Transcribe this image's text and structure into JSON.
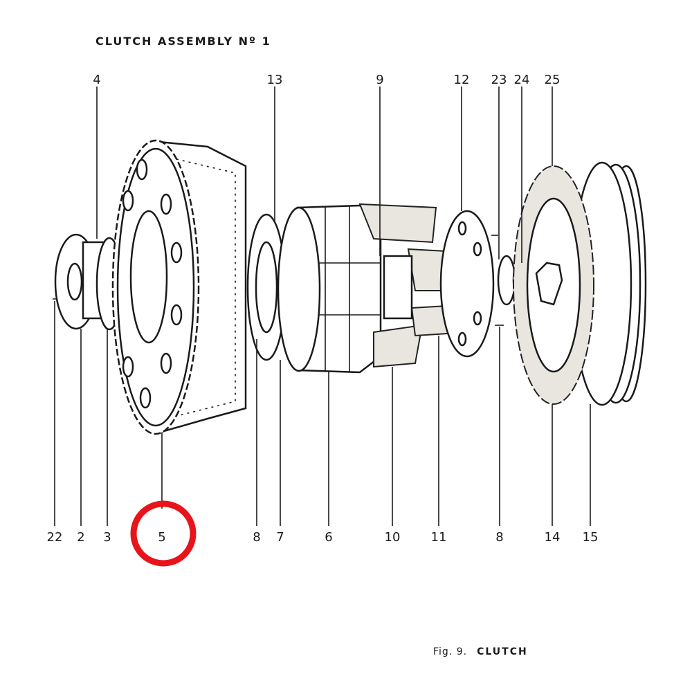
{
  "title": "CLUTCH ASSEMBLY Nº 1",
  "caption": {
    "fig": "Fig. 9.",
    "name": "CLUTCH"
  },
  "top_labels": [
    "4",
    "13",
    "9",
    "12",
    "23",
    "24",
    "25"
  ],
  "bottom_labels": [
    "22",
    "2",
    "3",
    "5",
    "8",
    "7",
    "6",
    "10",
    "11",
    "8",
    "14",
    "15"
  ],
  "highlight": {
    "label": "5",
    "color": "#e8141b"
  }
}
